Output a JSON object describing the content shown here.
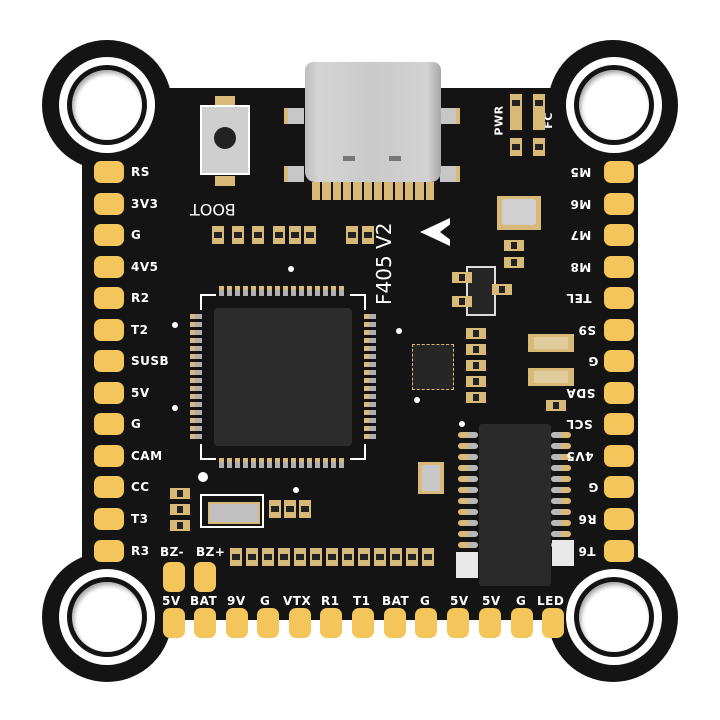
{
  "product": {
    "name": "F405 V2",
    "type": "flight-controller-pcb",
    "board_color": "#141414",
    "pad_color": "#f3c55a",
    "silkscreen_color": "#ffffff"
  },
  "top": {
    "button_label": "BOOT",
    "led_labels": [
      "PWR",
      "FC"
    ],
    "connector": "USB-C"
  },
  "left_pads": {
    "labels": [
      "RS",
      "3V3",
      "G",
      "4V5",
      "R2",
      "T2",
      "SUSB",
      "5V",
      "G",
      "CAM",
      "CC",
      "T3",
      "R3"
    ]
  },
  "right_pads": {
    "labels": [
      "M5",
      "M6",
      "M7",
      "M8",
      "TEL",
      "S9",
      "G",
      "SDA",
      "SCL",
      "4V5",
      "G",
      "R6",
      "T6"
    ]
  },
  "buzzer_pads": {
    "labels": [
      "BZ-",
      "BZ+"
    ]
  },
  "bottom_pads": {
    "labels": [
      "5V",
      "BAT",
      "9V",
      "G",
      "VTX",
      "R1",
      "T1",
      "BAT",
      "G",
      "5V",
      "5V",
      "G",
      "LED"
    ]
  },
  "icons": {
    "orientation_arrow": "arrow-left-icon",
    "mount_holes": [
      "mount-hole-top-left",
      "mount-hole-top-right",
      "mount-hole-bottom-left",
      "mount-hole-bottom-right"
    ]
  }
}
